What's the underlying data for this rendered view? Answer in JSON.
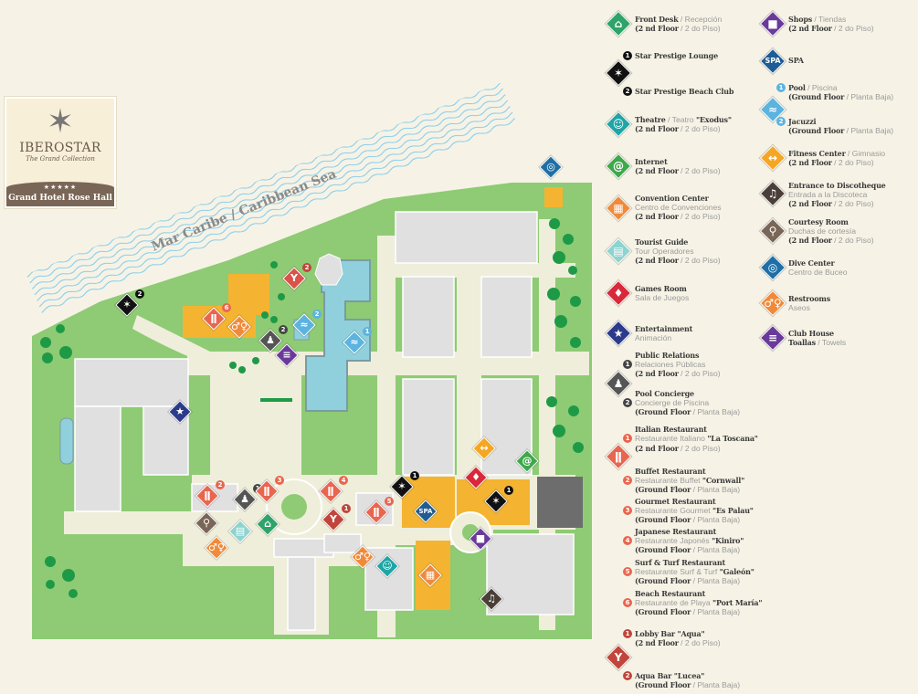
{
  "logo": {
    "brand": "IBEROSTAR",
    "collection": "The Grand Collection",
    "stars": "★★★★★",
    "hotel": "Grand Hotel Rose Hall"
  },
  "map": {
    "sea_label": "Mar Caribe / Caribbean Sea",
    "markers": [
      {
        "id": "dive-center",
        "icon": "snorkel-icon",
        "color": "#1f6fa6",
        "badge": null
      },
      {
        "id": "star-prestige-beach-club",
        "icon": "star-icon",
        "color": "#111111",
        "badge": "2"
      },
      {
        "id": "aqua-bar",
        "icon": "cocktail-icon",
        "color": "#d9534a",
        "badge": "2"
      },
      {
        "id": "beach-restaurant",
        "icon": "cutlery-icon",
        "color": "#e8664f",
        "badge": "6"
      },
      {
        "id": "restrooms-beach",
        "icon": "restroom-icon",
        "color": "#f08a3a",
        "badge": null
      },
      {
        "id": "pool-concierge",
        "icon": "concierge-icon",
        "color": "#555555",
        "badge": "2"
      },
      {
        "id": "jacuzzi",
        "icon": "swimmer-icon",
        "color": "#5cb3e0",
        "badge": "2"
      },
      {
        "id": "pool",
        "icon": "swimmer-icon",
        "color": "#5cb3e0",
        "badge": "1"
      },
      {
        "id": "club-house",
        "icon": "towels-icon",
        "color": "#6a3a9a",
        "badge": null
      },
      {
        "id": "entertainment",
        "icon": "star-badge-icon",
        "color": "#2b3a8a",
        "badge": null
      },
      {
        "id": "buffet-restaurant",
        "icon": "cutlery-icon",
        "color": "#e8664f",
        "badge": "2"
      },
      {
        "id": "public-relations",
        "icon": "concierge-icon",
        "color": "#555555",
        "badge": "1"
      },
      {
        "id": "gourmet-restaurant",
        "icon": "cutlery-icon",
        "color": "#e8664f",
        "badge": "3"
      },
      {
        "id": "japanese-restaurant",
        "icon": "cutlery-icon",
        "color": "#e8664f",
        "badge": "4"
      },
      {
        "id": "lobby-bar",
        "icon": "cocktail-icon",
        "color": "#c0453c",
        "badge": "1"
      },
      {
        "id": "surf-turf-restaurant",
        "icon": "cutlery-icon",
        "color": "#e8664f",
        "badge": "5"
      },
      {
        "id": "courtesy-room",
        "icon": "shower-icon",
        "color": "#7a6656",
        "badge": null
      },
      {
        "id": "tourist-guide",
        "icon": "bus-icon",
        "color": "#8fd3cf",
        "badge": null
      },
      {
        "id": "front-desk",
        "icon": "bell-icon",
        "color": "#2ea36a",
        "badge": null
      },
      {
        "id": "restrooms-lobby",
        "icon": "restroom-icon",
        "color": "#f08a3a",
        "badge": null
      },
      {
        "id": "star-prestige-lounge",
        "icon": "star-icon",
        "color": "#111111",
        "badge": "1"
      },
      {
        "id": "spa",
        "icon": "spa-icon",
        "color": "#1f5c94",
        "badge": null
      },
      {
        "id": "games-room",
        "icon": "cards-icon",
        "color": "#d8283a",
        "badge": null
      },
      {
        "id": "fitness-center",
        "icon": "dumbbell-icon",
        "color": "#f5a623",
        "badge": null
      },
      {
        "id": "internet",
        "icon": "at-icon",
        "color": "#3ea84a",
        "badge": null
      },
      {
        "id": "star-prestige-lounge-2",
        "icon": "star-icon",
        "color": "#111111",
        "badge": "1"
      },
      {
        "id": "shops",
        "icon": "bag-icon",
        "color": "#6a3a9a",
        "badge": null
      },
      {
        "id": "restrooms-theatre",
        "icon": "restroom-icon",
        "color": "#f08a3a",
        "badge": null
      },
      {
        "id": "theatre",
        "icon": "masks-icon",
        "color": "#1fa5a5",
        "badge": null
      },
      {
        "id": "convention-center",
        "icon": "table-icon",
        "color": "#f08a3a",
        "badge": null
      },
      {
        "id": "discotheque",
        "icon": "music-icon",
        "color": "#4a3f38",
        "badge": null
      }
    ]
  },
  "legend": {
    "left": [
      {
        "id": "front-desk",
        "icon": "bell-icon",
        "color": "#2ea36a",
        "lines": [
          {
            "segs": [
              {
                "b": "Front Desk"
              },
              {
                "l": " / Recepción"
              }
            ]
          },
          {
            "segs": [
              {
                "b": "(2 nd Floor"
              },
              {
                "l": " / 2 do Piso)"
              }
            ]
          }
        ]
      },
      {
        "id": "star-prestige",
        "icon": "star-icon",
        "color": "#111111",
        "badge_color": "#111111",
        "lines": [
          {
            "badge": "1",
            "segs": [
              {
                "b": "Star Prestige Lounge"
              }
            ]
          },
          {
            "badge": "2",
            "segs": [
              {
                "b": "Star Prestige Beach Club"
              }
            ]
          }
        ]
      },
      {
        "id": "theatre",
        "icon": "masks-icon",
        "color": "#1fa5a5",
        "lines": [
          {
            "segs": [
              {
                "b": "Theatre"
              },
              {
                "l": " / Teatro "
              },
              {
                "b": "\"Exodus\""
              }
            ]
          },
          {
            "segs": [
              {
                "b": "(2 nd Floor"
              },
              {
                "l": " / 2 do Piso)"
              }
            ]
          }
        ]
      },
      {
        "id": "internet",
        "icon": "at-icon",
        "color": "#3ea84a",
        "lines": [
          {
            "segs": [
              {
                "b": "Internet"
              }
            ]
          },
          {
            "segs": [
              {
                "b": "(2 nd Floor"
              },
              {
                "l": " / 2 do Piso)"
              }
            ]
          }
        ]
      },
      {
        "id": "convention-center",
        "icon": "table-icon",
        "color": "#f08a3a",
        "lines": [
          {
            "segs": [
              {
                "b": "Convention Center"
              }
            ]
          },
          {
            "segs": [
              {
                "l": "Centro de Convenciones"
              }
            ]
          },
          {
            "segs": [
              {
                "b": "(2 nd Floor"
              },
              {
                "l": " / 2 do Piso)"
              }
            ]
          }
        ]
      },
      {
        "id": "tourist-guide",
        "icon": "bus-icon",
        "color": "#8fd3cf",
        "lines": [
          {
            "segs": [
              {
                "b": "Tourist Guide"
              }
            ]
          },
          {
            "segs": [
              {
                "l": "Tour Operadores"
              }
            ]
          },
          {
            "segs": [
              {
                "b": "(2 nd Floor"
              },
              {
                "l": " / 2 do Piso)"
              }
            ]
          }
        ]
      },
      {
        "id": "games-room",
        "icon": "cards-icon",
        "color": "#d8283a",
        "lines": [
          {
            "segs": [
              {
                "b": "Games Room"
              }
            ]
          },
          {
            "segs": [
              {
                "l": "Sala de Juegos"
              }
            ]
          }
        ]
      },
      {
        "id": "entertainment",
        "icon": "star-badge-icon",
        "color": "#2b3a8a",
        "lines": [
          {
            "segs": [
              {
                "b": "Entertainment"
              }
            ]
          },
          {
            "segs": [
              {
                "l": "Animación"
              }
            ]
          }
        ]
      },
      {
        "id": "public-relations",
        "icon": "concierge-icon",
        "color": "#555555",
        "badge_color": "#444444",
        "lines": [
          {
            "segs": [
              {
                "b": "Public Relations"
              }
            ]
          },
          {
            "badge": "1",
            "segs": [
              {
                "l": "Relaciones Públicas"
              }
            ]
          },
          {
            "segs": [
              {
                "b": "(2 nd Floor"
              },
              {
                "l": " / 2 do Piso)"
              }
            ]
          },
          {
            "segs": [
              {
                "b": "Pool Concierge"
              }
            ]
          },
          {
            "badge": "2",
            "segs": [
              {
                "l": "Concierge de Piscina"
              }
            ]
          },
          {
            "segs": [
              {
                "b": "(Ground Floor"
              },
              {
                "l": " / Planta Baja)"
              }
            ]
          }
        ]
      },
      {
        "id": "restaurants",
        "icon": "cutlery-icon",
        "color": "#e8664f",
        "badge_color": "#e8664f",
        "lines": [
          {
            "segs": [
              {
                "b": "Italian Restaurant"
              }
            ]
          },
          {
            "badge": "1",
            "segs": [
              {
                "l": "Restaurante Italiano "
              },
              {
                "b": "\"La Toscana\""
              }
            ]
          },
          {
            "segs": [
              {
                "b": "(2 nd Floor"
              },
              {
                "l": " / 2 do Piso)"
              }
            ]
          },
          {
            "segs": [
              {
                "b": "Buffet Restaurant"
              }
            ]
          },
          {
            "badge": "2",
            "segs": [
              {
                "l": "Restaurante Buffet "
              },
              {
                "b": "\"Cornwall\""
              }
            ]
          },
          {
            "segs": [
              {
                "b": "(Ground Floor"
              },
              {
                "l": " / Planta Baja)"
              }
            ]
          },
          {
            "segs": [
              {
                "b": "Gourmet Restaurant"
              }
            ]
          },
          {
            "badge": "3",
            "segs": [
              {
                "l": "Restaurante Gourmet "
              },
              {
                "b": "\"Es Palau\""
              }
            ]
          },
          {
            "segs": [
              {
                "b": "(Ground Floor"
              },
              {
                "l": " / Planta Baja)"
              }
            ]
          },
          {
            "segs": [
              {
                "b": "Japanese Restaurant"
              }
            ]
          },
          {
            "badge": "4",
            "segs": [
              {
                "l": "Restaurante Japonés "
              },
              {
                "b": "\"Kiniro\""
              }
            ]
          },
          {
            "segs": [
              {
                "b": "(Ground Floor"
              },
              {
                "l": " / Planta Baja)"
              }
            ]
          },
          {
            "segs": [
              {
                "b": "Surf & Turf Restaurant"
              }
            ]
          },
          {
            "badge": "5",
            "segs": [
              {
                "l": "Restaurante Surf & Turf "
              },
              {
                "b": "\"Galeón\""
              }
            ]
          },
          {
            "segs": [
              {
                "b": "(Ground Floor"
              },
              {
                "l": " / Planta Baja)"
              }
            ]
          },
          {
            "segs": [
              {
                "b": "Beach Restaurant"
              }
            ]
          },
          {
            "badge": "6",
            "segs": [
              {
                "l": "Restaurante de Playa "
              },
              {
                "b": "\"Port María\""
              }
            ]
          },
          {
            "segs": [
              {
                "b": "(Ground Floor"
              },
              {
                "l": " / Planta Baja)"
              }
            ]
          }
        ]
      },
      {
        "id": "bars",
        "icon": "cocktail-icon",
        "color": "#c0453c",
        "badge_color": "#c0453c",
        "lines": [
          {
            "badge": "1",
            "segs": [
              {
                "b": "Lobby Bar \"Aqua\""
              }
            ]
          },
          {
            "segs": [
              {
                "b": "(2 nd Floor"
              },
              {
                "l": " / 2 do Piso)"
              }
            ]
          },
          {
            "badge": "2",
            "segs": [
              {
                "b": "Aqua Bar \"Lucea\""
              }
            ]
          },
          {
            "segs": [
              {
                "b": "(Ground Floor"
              },
              {
                "l": " / Planta Baja)"
              }
            ]
          }
        ]
      }
    ],
    "right": [
      {
        "id": "shops",
        "icon": "bag-icon",
        "color": "#6a3a9a",
        "lines": [
          {
            "segs": [
              {
                "b": "Shops"
              },
              {
                "l": " / Tiendas"
              }
            ]
          },
          {
            "segs": [
              {
                "b": "(2 nd Floor"
              },
              {
                "l": " / 2 do Piso)"
              }
            ]
          }
        ]
      },
      {
        "id": "spa",
        "icon": "spa-icon",
        "color": "#1f5c94",
        "lines": [
          {
            "segs": [
              {
                "b": "SPA"
              }
            ]
          }
        ]
      },
      {
        "id": "pool",
        "icon": "swimmer-icon",
        "color": "#5cb3e0",
        "badge_color": "#5cb3e0",
        "lines": [
          {
            "badge": "1",
            "segs": [
              {
                "b": "Pool"
              },
              {
                "l": " / Piscina"
              }
            ]
          },
          {
            "segs": [
              {
                "b": "(Ground Floor"
              },
              {
                "l": " / Planta Baja)"
              }
            ]
          },
          {
            "badge": "2",
            "segs": [
              {
                "b": "Jacuzzi"
              }
            ]
          },
          {
            "segs": [
              {
                "b": "(Ground Floor"
              },
              {
                "l": " / Planta Baja)"
              }
            ]
          }
        ]
      },
      {
        "id": "fitness-center",
        "icon": "dumbbell-icon",
        "color": "#f5a623",
        "lines": [
          {
            "segs": [
              {
                "b": "Fitness Center"
              },
              {
                "l": " / Gimnasio"
              }
            ]
          },
          {
            "segs": [
              {
                "b": "(2 nd Floor"
              },
              {
                "l": " / 2 do Piso)"
              }
            ]
          }
        ]
      },
      {
        "id": "discotheque",
        "icon": "music-icon",
        "color": "#4a3f38",
        "lines": [
          {
            "segs": [
              {
                "b": "Entrance to Discotheque"
              }
            ]
          },
          {
            "segs": [
              {
                "l": "Entrada a la Discoteca"
              }
            ]
          },
          {
            "segs": [
              {
                "b": "(2 nd Floor"
              },
              {
                "l": " / 2 do Piso)"
              }
            ]
          }
        ]
      },
      {
        "id": "courtesy-room",
        "icon": "shower-icon",
        "color": "#7a6656",
        "lines": [
          {
            "segs": [
              {
                "b": "Courtesy Room"
              }
            ]
          },
          {
            "segs": [
              {
                "l": "Duchas de cortesía"
              }
            ]
          },
          {
            "segs": [
              {
                "b": "(2 nd Floor"
              },
              {
                "l": " / 2 do Piso)"
              }
            ]
          }
        ]
      },
      {
        "id": "dive-center",
        "icon": "snorkel-icon",
        "color": "#1f6fa6",
        "lines": [
          {
            "segs": [
              {
                "b": "Dive Center"
              }
            ]
          },
          {
            "segs": [
              {
                "l": "Centro de Buceo"
              }
            ]
          }
        ]
      },
      {
        "id": "restrooms",
        "icon": "restroom-icon",
        "color": "#f08a3a",
        "lines": [
          {
            "segs": [
              {
                "b": "Restrooms"
              }
            ]
          },
          {
            "segs": [
              {
                "l": "Aseos"
              }
            ]
          }
        ]
      },
      {
        "id": "club-house",
        "icon": "towels-icon",
        "color": "#6a3a9a",
        "lines": [
          {
            "segs": [
              {
                "b": "Club House"
              }
            ]
          },
          {
            "segs": [
              {
                "b": "Toallas"
              },
              {
                "l": " / Towels"
              }
            ]
          }
        ]
      }
    ]
  }
}
